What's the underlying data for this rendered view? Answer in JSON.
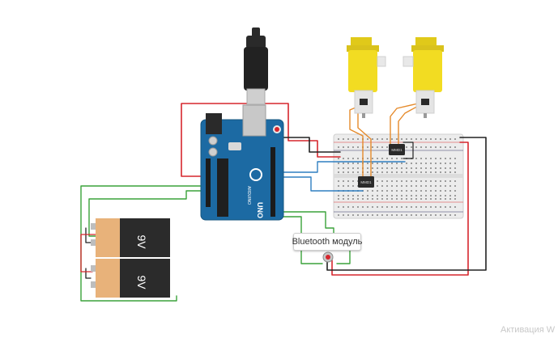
{
  "battery": {
    "top_label": "9V",
    "bottom_label": "9V"
  },
  "arduino": {
    "model_label": "UNO",
    "brand_label": "ARDUINO"
  },
  "motor_drivers": {
    "upper_label": "MMD1",
    "lower_label": "MMD1"
  },
  "bluetooth": {
    "label": "Bluetooth модуль"
  },
  "watermark": {
    "text": "Активация W"
  },
  "colors": {
    "wire_red": "#d6262d",
    "wire_black": "#222222",
    "wire_green": "#3aa23a",
    "wire_blue": "#2f7fc1",
    "wire_orange": "#e58a2b",
    "arduino_blue": "#1c6aa3",
    "motor_yellow": "#f2dc22",
    "battery_orange": "#e8b27a",
    "battery_black": "#2b2b2b"
  }
}
